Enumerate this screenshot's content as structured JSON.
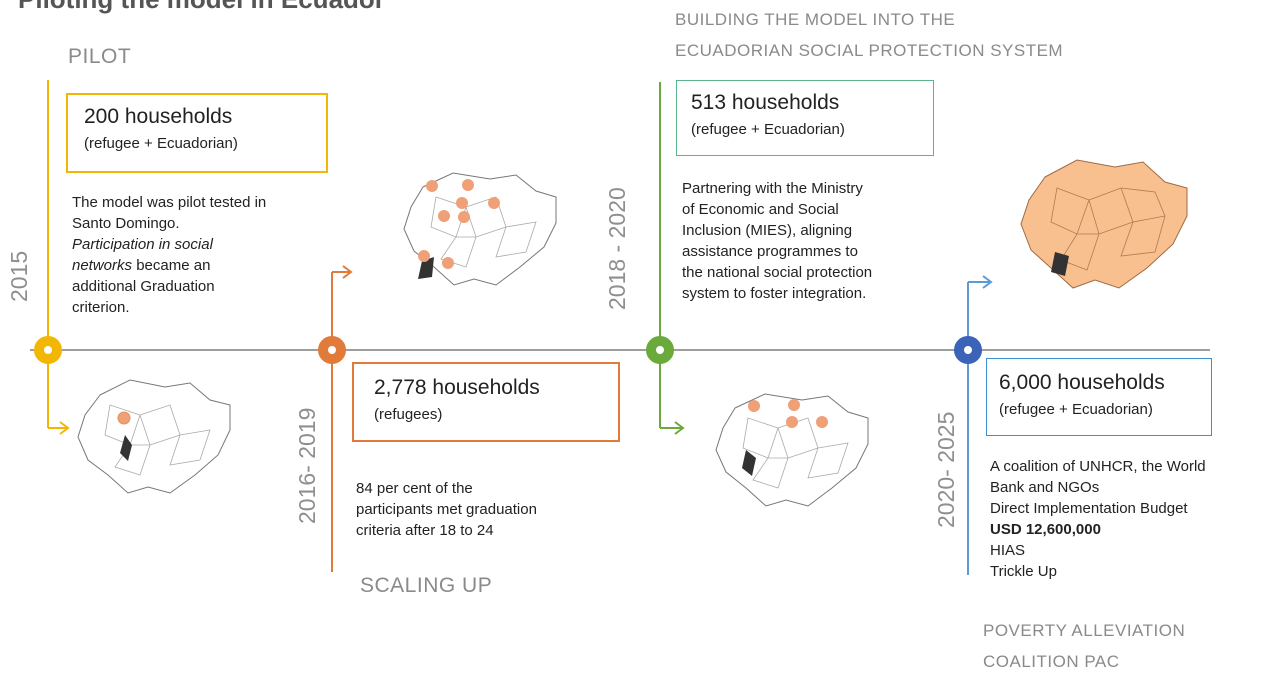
{
  "header": {
    "title_cut": "Piloting the model in Ecuador"
  },
  "phases": {
    "pilot": "PILOT",
    "scaling": "SCALING UP",
    "building_line1": "BUILDING THE MODEL INTO THE",
    "building_line2": "ECUADORIAN SOCIAL PROTECTION SYSTEM",
    "poverty_line1": "POVERTY ALLEVIATION",
    "poverty_line2": "COALITION  PAC"
  },
  "years": {
    "y2015": "2015",
    "y2016": "2016- 2019",
    "y2018": "2018 - 2020",
    "y2020": "2020- 2025"
  },
  "boxes": {
    "pilot": {
      "big": "200 households",
      "sub": "(refugee + Ecuadorian)"
    },
    "scaling": {
      "big": "2,778 households",
      "sub": "(refugees)"
    },
    "building": {
      "big": "513 households",
      "sub": "(refugee + Ecuadorian)"
    },
    "pac": {
      "big": "6,000 households",
      "sub": "(refugee + Ecuadorian)"
    }
  },
  "texts": {
    "pilot": [
      {
        "t": "The model was pilot tested in",
        "s": ""
      },
      {
        "t": "Santo Domingo.",
        "s": ""
      },
      {
        "t": "Participation in social",
        "s": "it"
      },
      {
        "t": "networks",
        "s": "it",
        "rest": " became an"
      },
      {
        "t": "additional Graduation",
        "s": ""
      },
      {
        "t": "criterion.",
        "s": ""
      }
    ],
    "scaling": [
      "84 per cent of the",
      "participants met graduation",
      "criteria after 18 to 24"
    ],
    "building": [
      "Partnering with the Ministry",
      "of Economic and Social",
      "Inclusion (MIES), aligning",
      "assistance programmes to",
      "the national social protection",
      "system to foster integration."
    ],
    "pac": [
      "A coalition of UNHCR, the World",
      "Bank and NGOs",
      "Direct Implementation Budget",
      "USD 12,600,000",
      "HIAS",
      "Trickle Up"
    ]
  },
  "colors": {
    "pilot": "#f2b705",
    "scaling": "#e07b39",
    "building": "#6aaa3a",
    "pac": "#3b63b8",
    "pac_arrow": "#5b9bd5",
    "timeline": "#9e9e9e",
    "map_fill": "#f7c08e",
    "dot": "#f0a077"
  },
  "icons": {
    "map": "ecuador-map-icon",
    "arrow": "arrow-right-icon"
  }
}
